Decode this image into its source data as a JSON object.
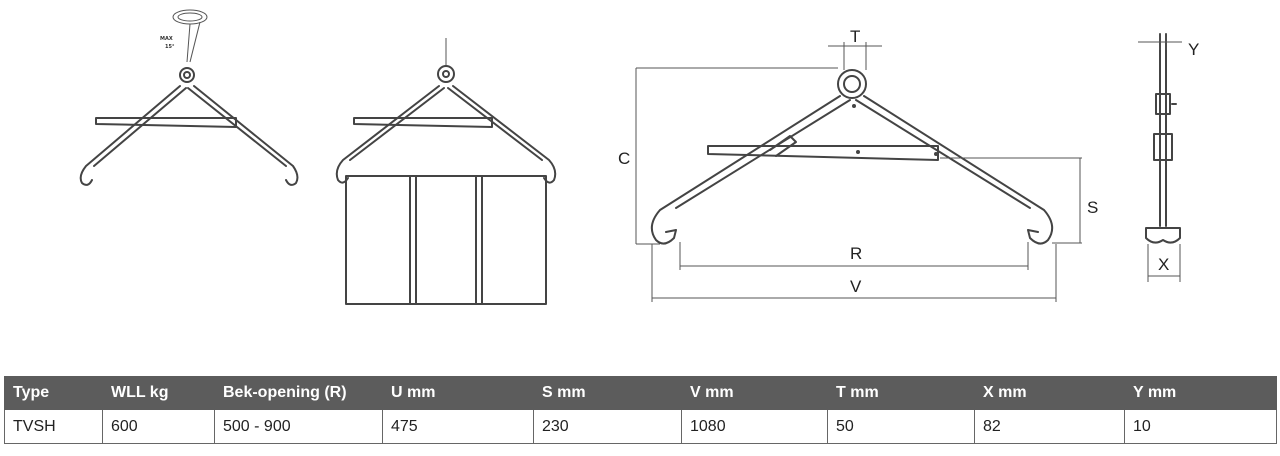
{
  "drawing": {
    "angle_label_line1": "MAX",
    "angle_label_line2": "15°",
    "dimension_labels": {
      "T": "T",
      "C": "C",
      "S": "S",
      "R": "R",
      "V": "V",
      "Y": "Y",
      "X": "X"
    }
  },
  "table": {
    "headers": [
      "Type",
      "WLL kg",
      "Bek-opening (R)",
      "U mm",
      "S mm",
      "V mm",
      "T mm",
      "X mm",
      "Y mm"
    ],
    "rows": [
      [
        "TVSH",
        "600",
        "500 - 900",
        "475",
        "230",
        "1080",
        "50",
        "82",
        "10"
      ]
    ]
  }
}
